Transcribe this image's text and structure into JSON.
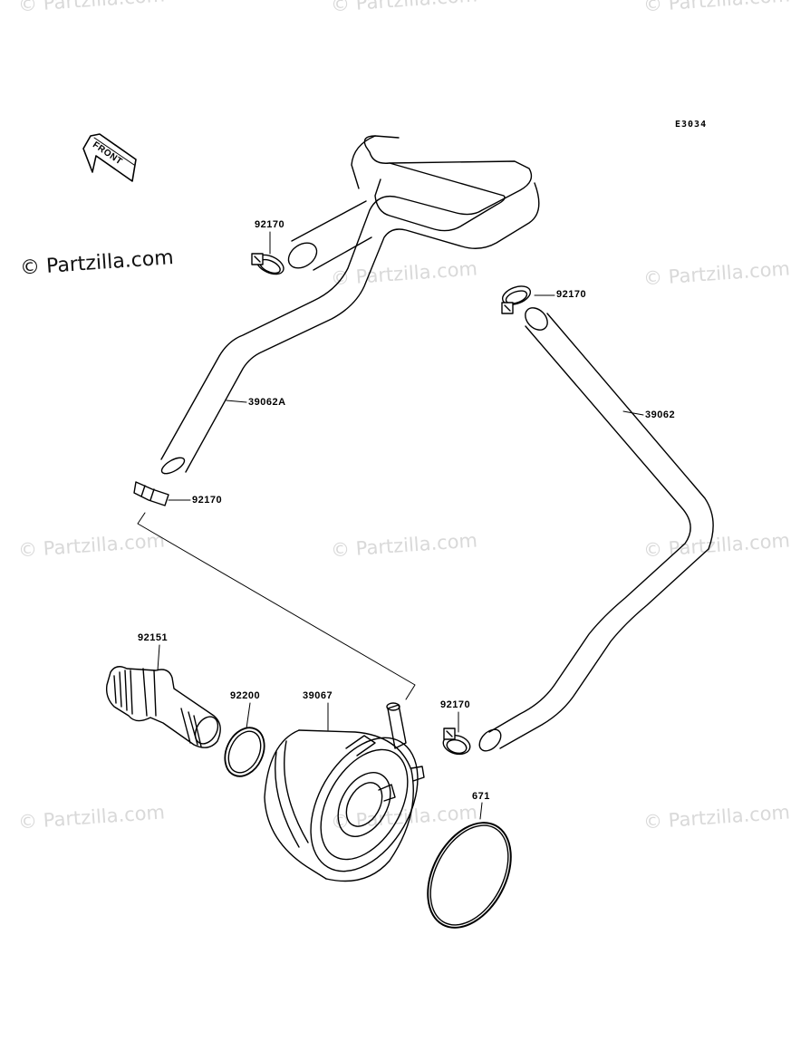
{
  "diagram_code": "E3034",
  "brand": "© Partzilla.com",
  "watermark": "© Partzilla.com",
  "front_label": "FRONT",
  "parts": [
    {
      "number": "92170"
    },
    {
      "number": "92170"
    },
    {
      "number": "39062A"
    },
    {
      "number": "39062"
    },
    {
      "number": "92170"
    },
    {
      "number": "92151"
    },
    {
      "number": "92200"
    },
    {
      "number": "39067"
    },
    {
      "number": "92170"
    },
    {
      "number": "671"
    }
  ]
}
